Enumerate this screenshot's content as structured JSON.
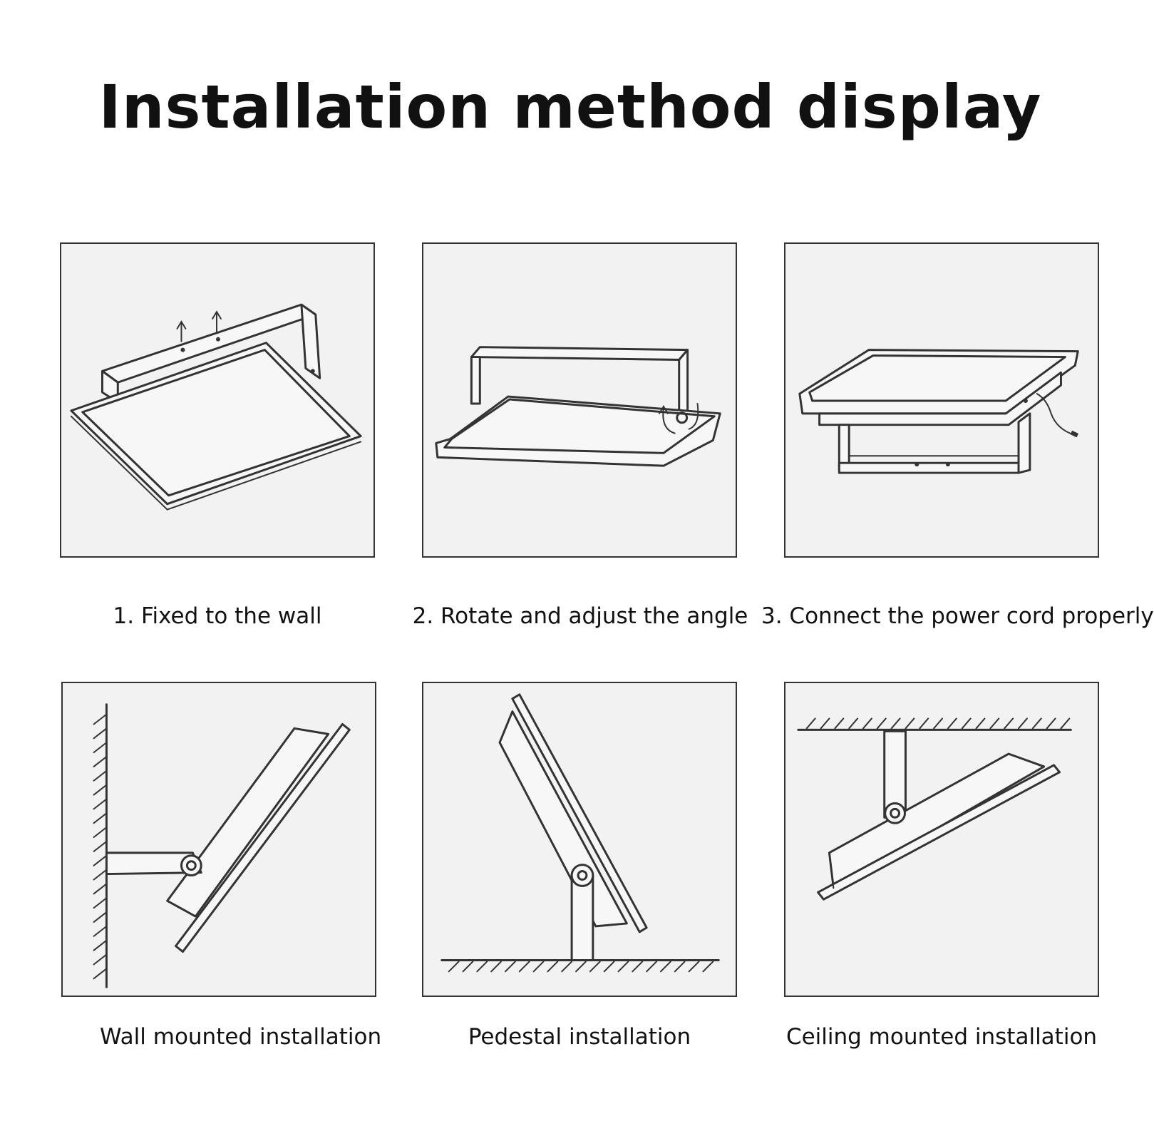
{
  "title": "Installation method display",
  "steps": [
    {
      "caption": "1. Fixed to the wall"
    },
    {
      "caption": "2. Rotate and adjust the angle"
    },
    {
      "caption": "3. Connect the power cord properly"
    }
  ],
  "methods": [
    {
      "caption": "Wall mounted installation"
    },
    {
      "caption": "Pedestal installation"
    },
    {
      "caption": "Ceiling mounted installation"
    }
  ],
  "colors": {
    "panel_bg": "#f2f2f2",
    "line": "#333333",
    "background": "#ffffff"
  }
}
